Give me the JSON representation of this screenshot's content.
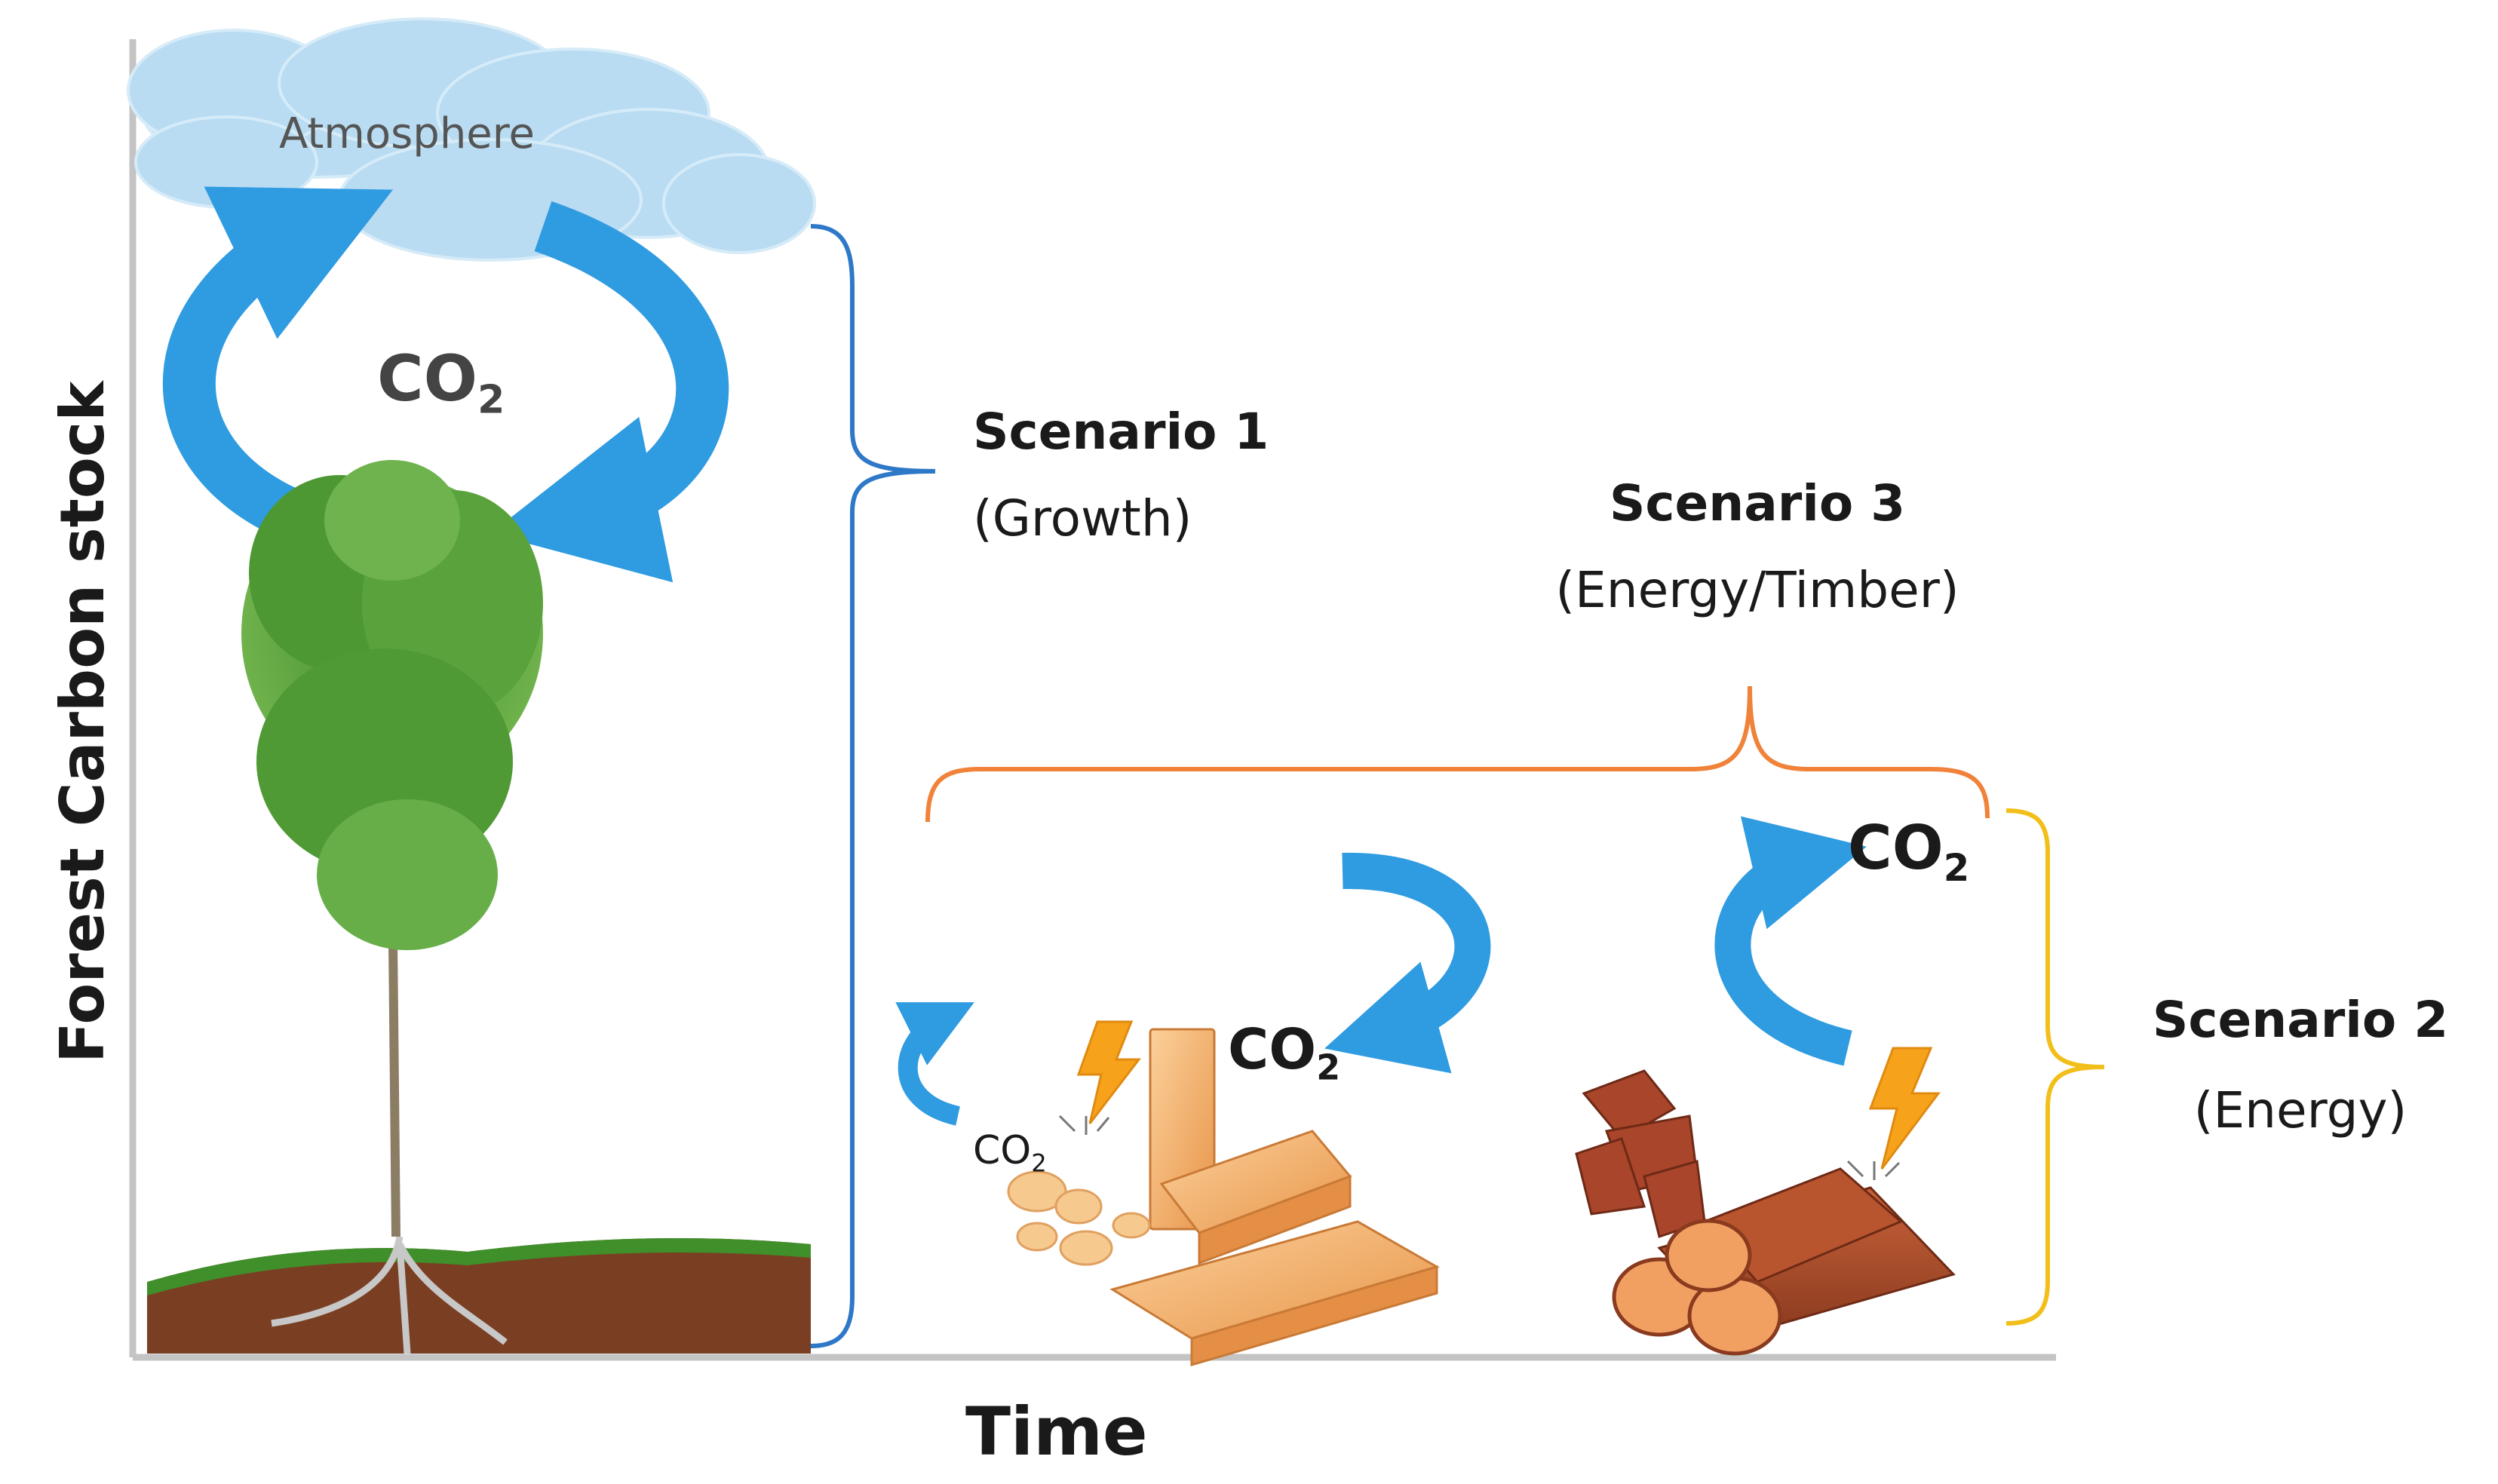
{
  "axes": {
    "y_label": "Forest Carbon stock",
    "x_label": "Time"
  },
  "atmosphere_label": "Atmosphere",
  "co2": {
    "base": "CO",
    "subscript": "2"
  },
  "scenarios": [
    {
      "title": "Scenario 1",
      "subtitle": "(Growth)",
      "bracket_color": "#2e78c8"
    },
    {
      "title": "Scenario 2",
      "subtitle": "(Energy)",
      "bracket_color": "#f2bf1a"
    },
    {
      "title": "Scenario 3",
      "subtitle": "(Energy/Timber)",
      "bracket_color": "#f0823a"
    }
  ],
  "colors": {
    "cycle_arrow": "#2f9be0",
    "cloud": "#b9dcf2",
    "axis": "#bfbfbf",
    "soil": "#7a3f22",
    "grass": "#3f8f2a",
    "wood": "#f2a95c",
    "lightning": "#f7a21b"
  },
  "icons": [
    "cloud-icon",
    "tree-icon",
    "soil-icon",
    "lightning-icon",
    "wood-plank-icon",
    "wood-shavings-icon",
    "wood-chips-icon",
    "log-pile-icon",
    "cycle-arrow-icon"
  ]
}
